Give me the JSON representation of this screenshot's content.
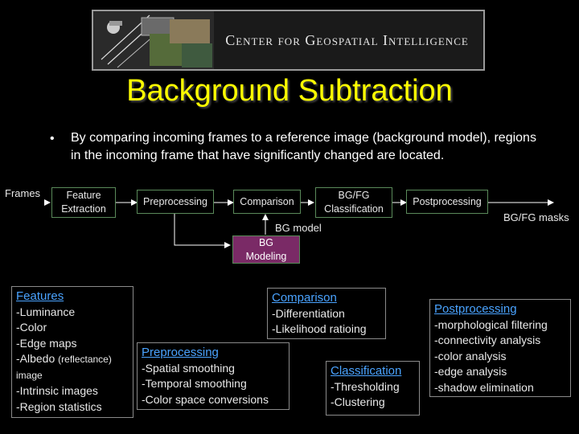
{
  "banner": {
    "title": "Center for Geospatial Intelligence"
  },
  "title": "Background Subtraction",
  "bullet": "By comparing incoming frames to a reference image (background model), regions in the incoming frame that have significantly changed are located.",
  "diagram": {
    "frames_label": "Frames",
    "feature_extraction": [
      "Feature",
      "Extraction"
    ],
    "preprocessing": "Preprocessing",
    "comparison": "Comparison",
    "bgfg_classification": [
      "BG/FG",
      "Classification"
    ],
    "postprocessing": "Postprocessing",
    "bgfg_masks_label": "BG/FG masks",
    "bg_model_label": "BG model",
    "bg_modeling": [
      "BG",
      "Modeling"
    ]
  },
  "features": {
    "heading": "Features",
    "items": [
      "-Luminance",
      "-Color",
      "-Edge maps",
      "-Albedo",
      "image",
      "-Intrinsic images",
      "-Region statistics"
    ],
    "albedo_note": "(reflectance)"
  },
  "preprocessing_box": {
    "heading": "Preprocessing",
    "items": [
      "-Spatial smoothing",
      "-Temporal smoothing",
      "-Color space conversions"
    ]
  },
  "comparison_box": {
    "heading": "Comparison",
    "items": [
      "-Differentiation",
      "-Likelihood ratioing"
    ]
  },
  "classification_box": {
    "heading": "Classification",
    "items": [
      "-Thresholding",
      "-Clustering"
    ]
  },
  "postprocessing_box": {
    "heading": "Postprocessing",
    "items": [
      "-morphological filtering",
      "-connectivity analysis",
      "-color analysis",
      "-edge analysis",
      "-shadow elimination"
    ]
  }
}
